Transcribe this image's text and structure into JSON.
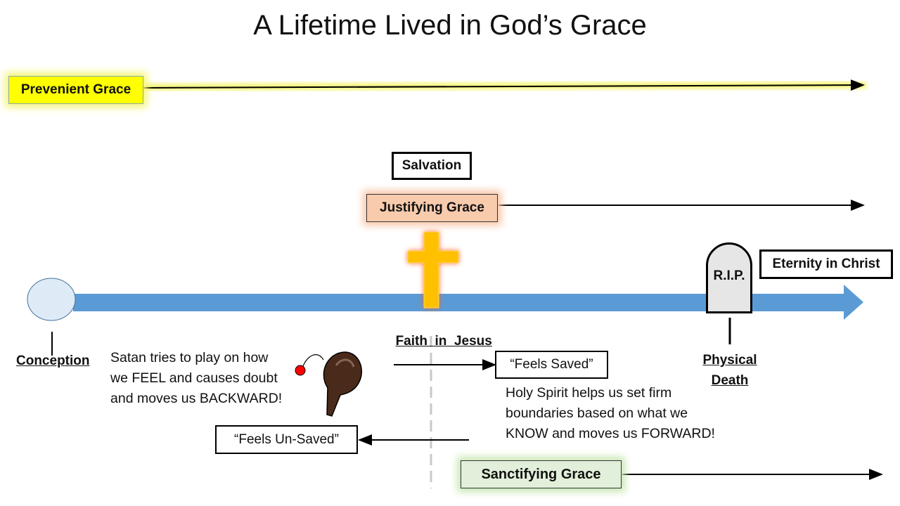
{
  "title": "A Lifetime Lived in God’s Grace",
  "boxes": {
    "prevenient_grace": "Prevenient Grace",
    "salvation": "Salvation",
    "justifying_grace": "Justifying Grace",
    "sanctifying_grace": "Sanctifying Grace",
    "eternity_in_christ": "Eternity in Christ",
    "feels_saved": "“Feels Saved”",
    "feels_unsaved": "“Feels Un-Saved”"
  },
  "labels": {
    "faith_in_jesus": "Faith  in  Jesus",
    "conception": "Conception",
    "physical_death_line1": "Physical",
    "physical_death_line2": "Death",
    "tombstone": "R.I.P."
  },
  "texts": {
    "satan_line1": "Satan tries to play on how",
    "satan_line2": "we FEEL and causes doubt",
    "satan_line3": "and moves us BACKWARD!",
    "spirit_line1": "Holy Spirit helps us set firm",
    "spirit_line2": "boundaries based on what we",
    "spirit_line3": "KNOW and moves us FORWARD!"
  },
  "colors": {
    "timeline": "#5b9bd5",
    "prevenient": "#ffff00",
    "justifying": "#f8cbad",
    "sanctifying": "#e2efda",
    "cross": "#ffc000",
    "cross_glow": "#ff5a1f"
  }
}
